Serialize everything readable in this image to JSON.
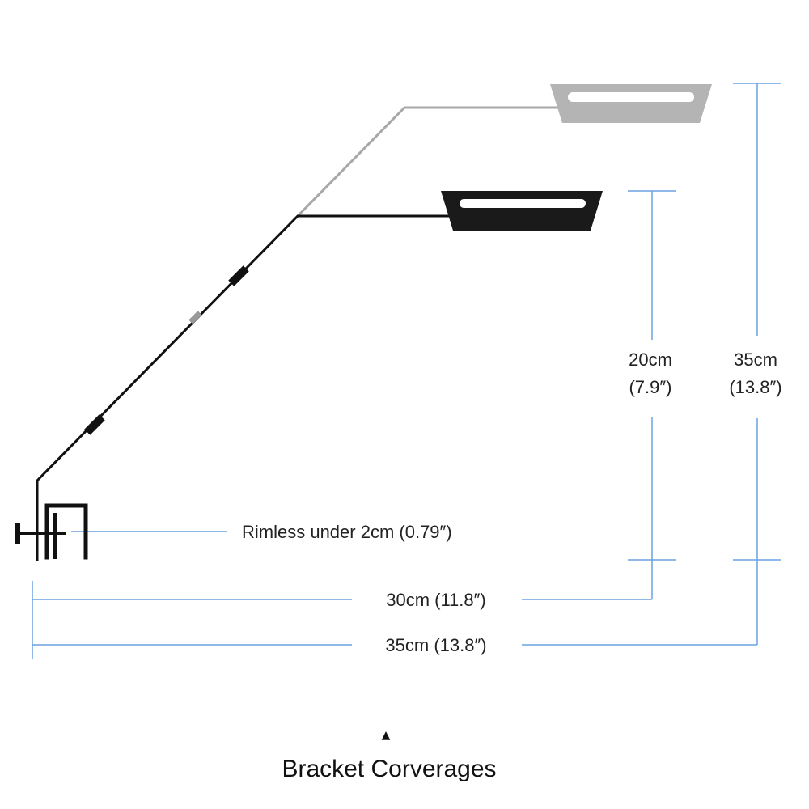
{
  "colors": {
    "dimension_line": "#6aa2e0",
    "bracket": "#111111",
    "extended_arm": "#a8a8a8",
    "lamp_extended": "#b4b4b4",
    "lamp_retracted": "#1a1a1a"
  },
  "labels": {
    "height_short_cm": "20cm",
    "height_short_in": "(7.9″)",
    "height_tall_cm": "35cm",
    "height_tall_in": "(13.8″)",
    "rimless": "Rimless under 2cm (0.79″)",
    "reach_short": "30cm (11.8″)",
    "reach_long": "35cm (13.8″)"
  },
  "caption": {
    "marker": "▲",
    "title": "Bracket Corverages"
  }
}
